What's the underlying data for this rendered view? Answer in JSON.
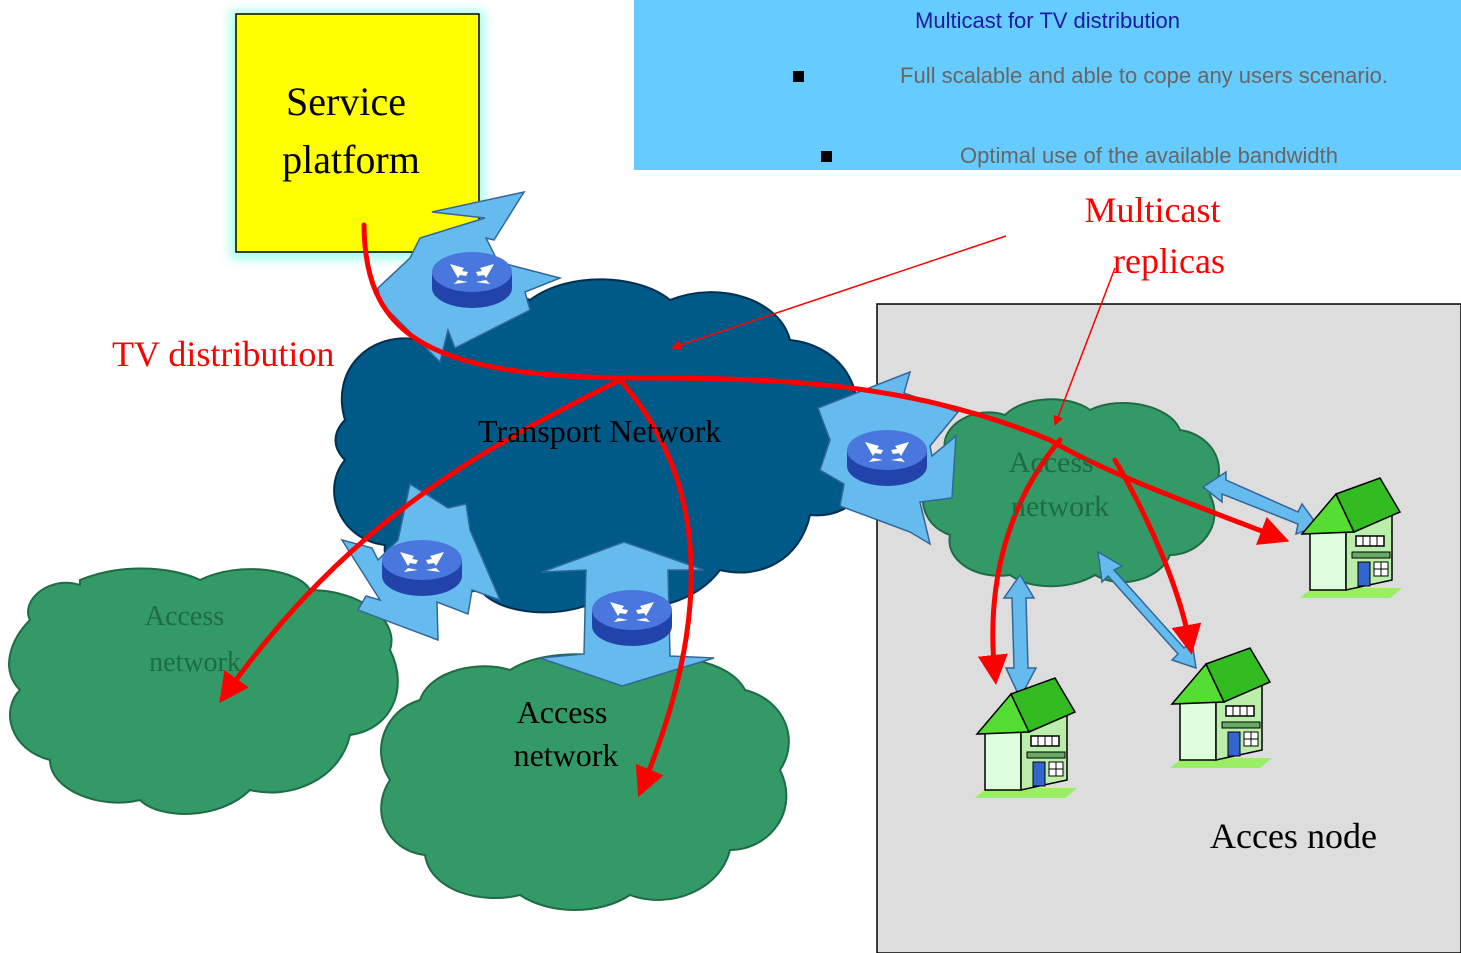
{
  "banner": {
    "title": "Multicast for TV distribution",
    "bullets": [
      "Full scalable and able to cope any users scenario.",
      "Optimal use of the available bandwidth"
    ]
  },
  "labels": {
    "service_platform": [
      "Service",
      "platform"
    ],
    "multicast_replicas": [
      "Multicast",
      "replicas"
    ],
    "tv_distribution": "TV distribution",
    "transport_network": "Transport Network",
    "access_network_right": [
      "Access",
      "network"
    ],
    "access_network_left": [
      "Access",
      "network"
    ],
    "access_network_bottom": [
      "Access",
      "network"
    ],
    "acces_node": "Acces node"
  },
  "colors": {
    "service_platform_fill": "#ffff00",
    "banner_fill": "#66ccff",
    "transport_cloud": "#005a87",
    "access_cloud": "#339966",
    "flow_arrow": "#ff0000",
    "router": "#3355cc",
    "router_arrow": "#66bbee",
    "house_roof": "#55dd33",
    "node_box": "#dddddd"
  }
}
